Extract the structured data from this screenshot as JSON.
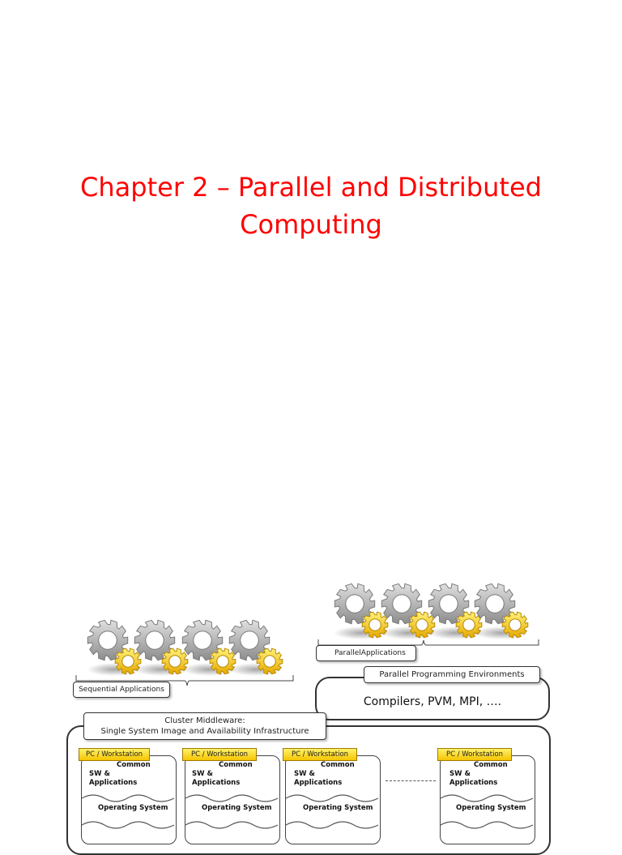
{
  "title": {
    "line1": "Chapter 2 – Parallel and Distributed",
    "line2": "Computing"
  },
  "diagram": {
    "sequential_applications": "Sequential Applications",
    "parallel_applications": "ParallelApplications",
    "parallel_programming_environments": "Parallel Programming Environments",
    "compilers": "Compilers, PVM, MPI, ….",
    "middleware_line1": "Cluster Middleware:",
    "middleware_line2": "Single System Image and Availability Infrastructure",
    "nodes": [
      {
        "badge": "PC / Workstation",
        "common1": "Common",
        "common2": "SW &",
        "common3": "Applications",
        "os": "Operating System"
      },
      {
        "badge": "PC / Workstation",
        "common1": "Common",
        "common2": "SW &",
        "common3": "Applications",
        "os": "Operating System"
      },
      {
        "badge": "PC / Workstation",
        "common1": "Common",
        "common2": "SW &",
        "common3": "Applications",
        "os": "Operating System"
      },
      {
        "badge": "PC / Workstation",
        "common1": "Common",
        "common2": "SW &",
        "common3": "Applications",
        "os": "Operating System"
      }
    ],
    "colors": {
      "title": "#ff0000",
      "gear_gray": "#b8b8b8",
      "gear_yellow": "#f7c600",
      "badge_yellow": "#ffe033"
    }
  }
}
